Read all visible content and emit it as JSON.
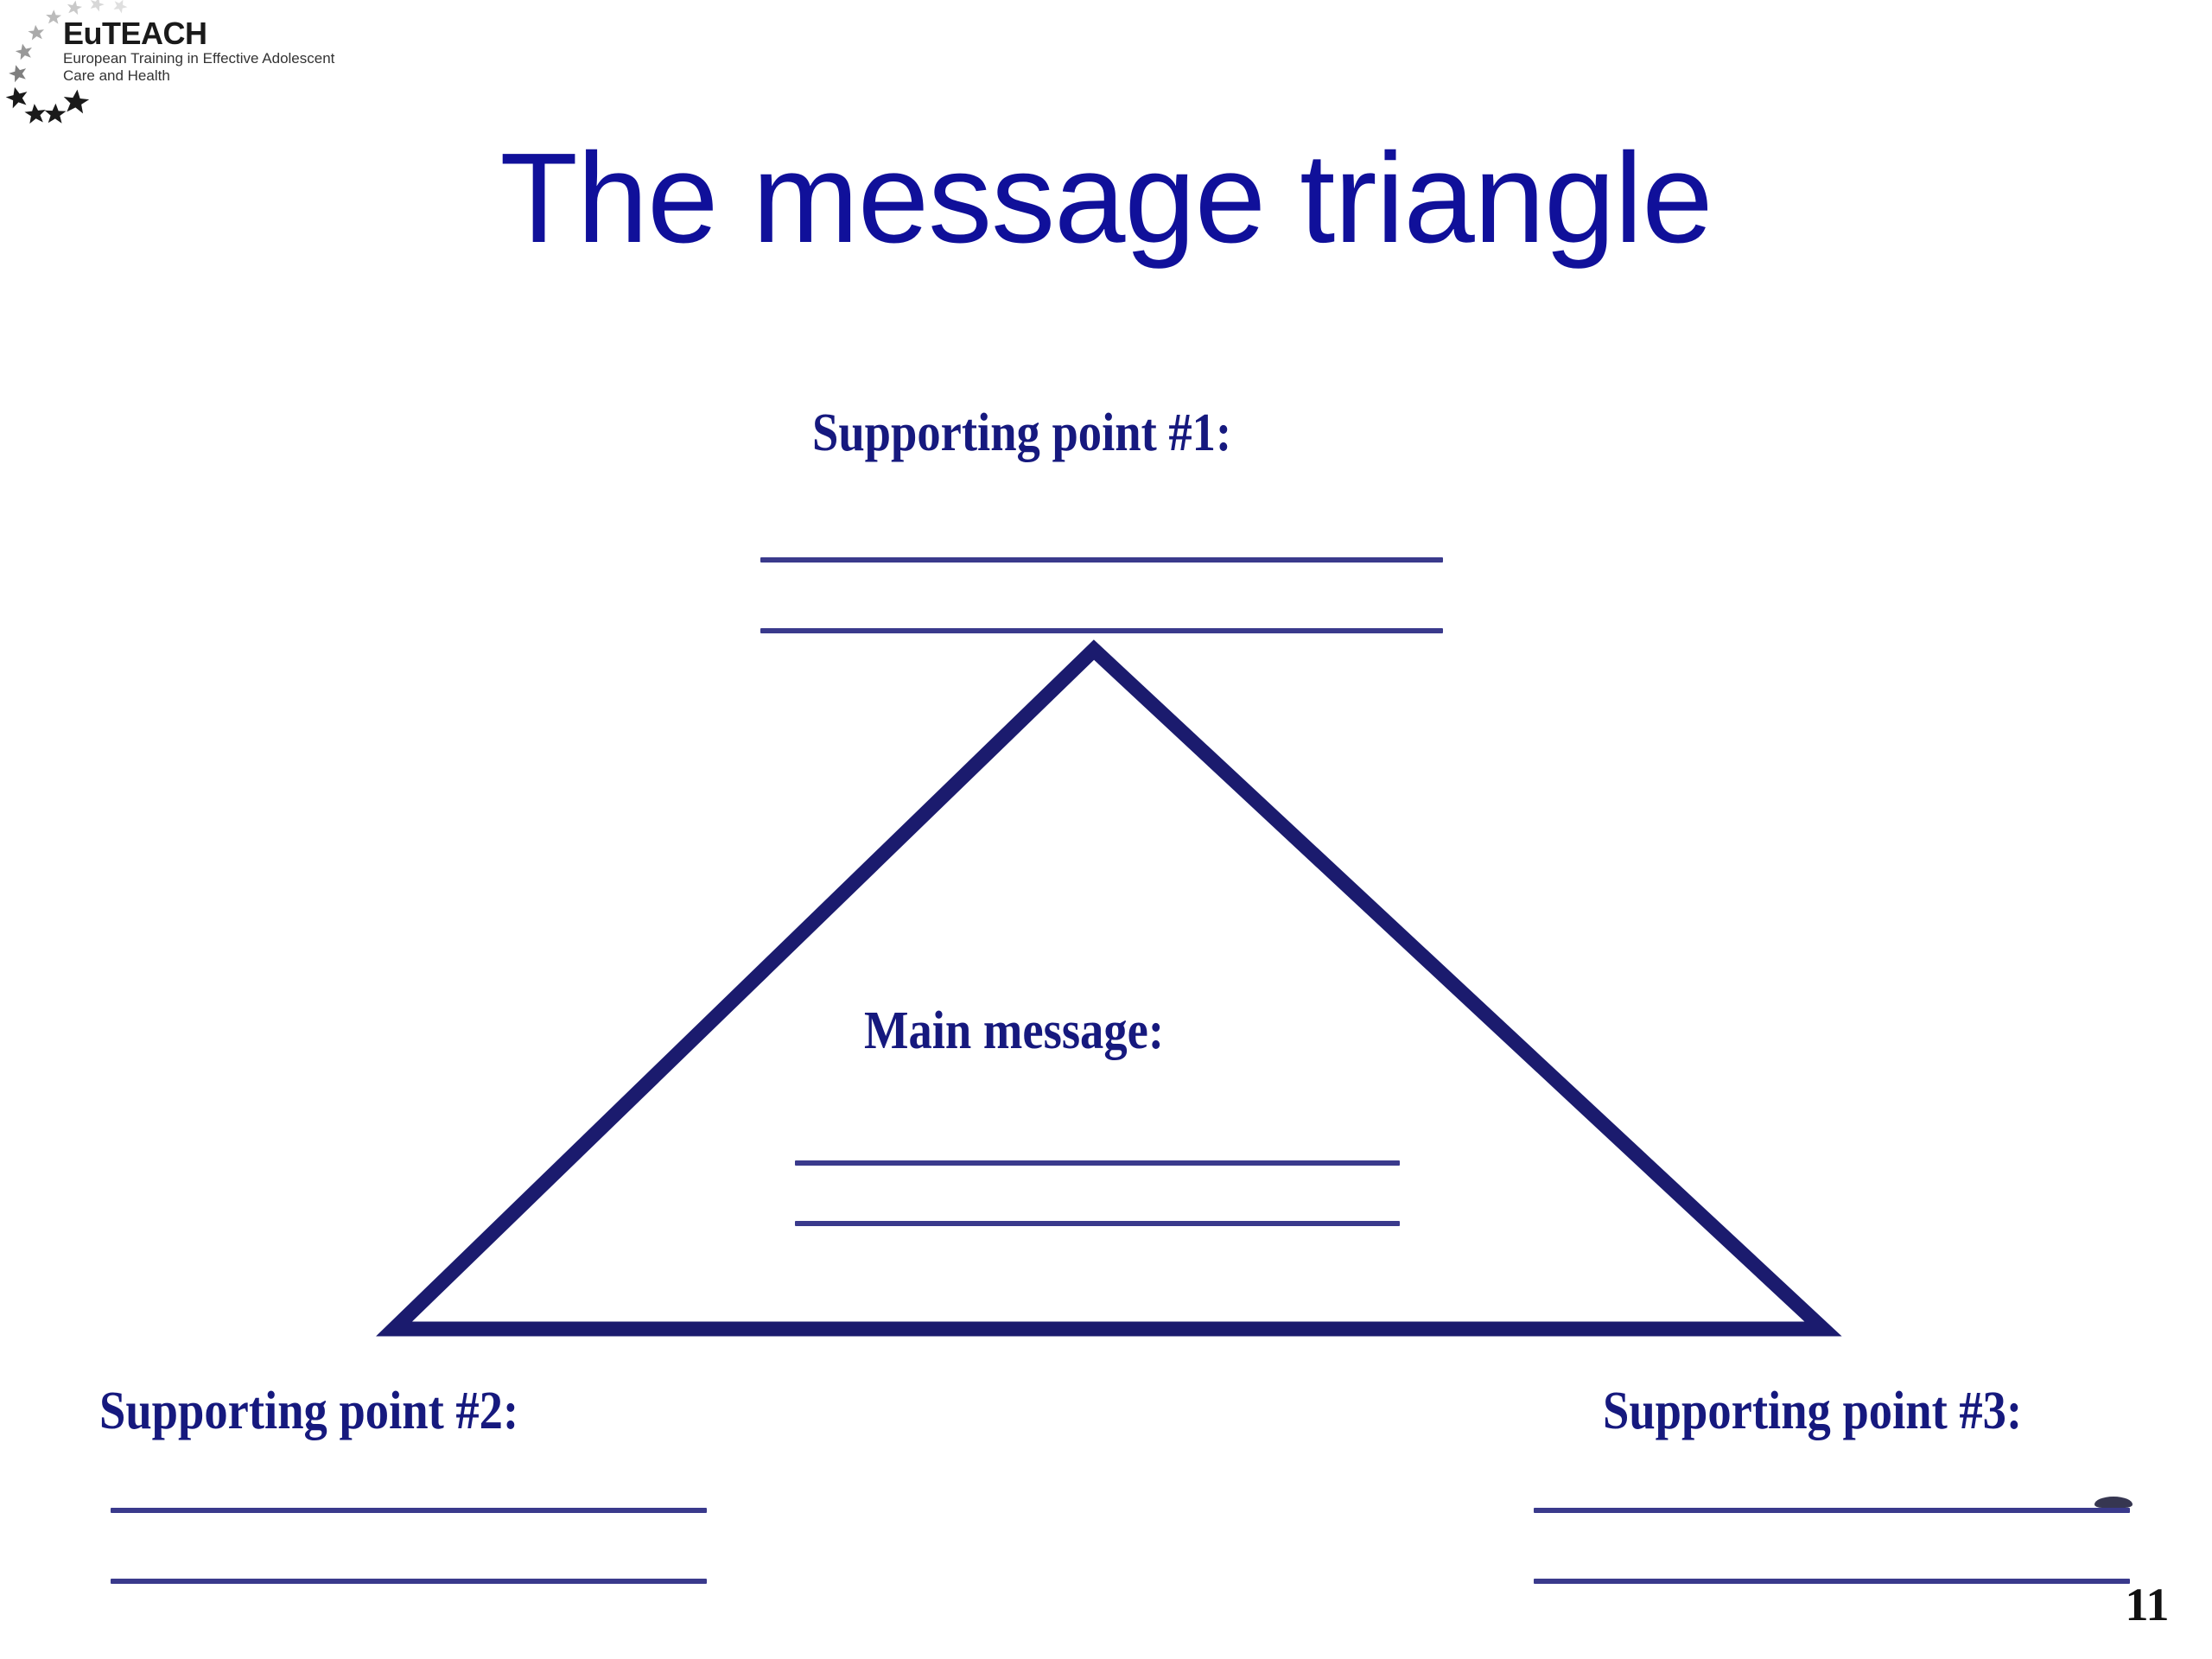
{
  "slide": {
    "title": "The message triangle",
    "page_number": "11",
    "background_color": "#ffffff",
    "title_color": "#10109a",
    "heading_color": "#16197e",
    "rule_color": "#3a3a8c",
    "triangle_color": "#1b1b6e"
  },
  "logo": {
    "name": "EuTEACH",
    "subtitle_line1": "European Training in Effective Adolescent",
    "subtitle_line2": "Care and Health",
    "stars_icon": "eu-stars-arc-icon",
    "star_count": 12
  },
  "diagram": {
    "type": "message-triangle",
    "shape": "triangle",
    "apex_label": "Supporting point #1:",
    "center_label": "Main message:",
    "bottom_left_label": "Supporting point #2:",
    "bottom_right_label": "Supporting point #3:",
    "blank_lines_per_label": 2,
    "fields": [
      {
        "id": "supporting-point-1",
        "label": "Supporting point #1:",
        "position": "apex",
        "lines": [
          "",
          ""
        ]
      },
      {
        "id": "main-message",
        "label": "Main message:",
        "position": "center",
        "lines": [
          "",
          ""
        ]
      },
      {
        "id": "supporting-point-2",
        "label": "Supporting point #2:",
        "position": "bottom-left",
        "lines": [
          "",
          ""
        ]
      },
      {
        "id": "supporting-point-3",
        "label": "Supporting point #3:",
        "position": "bottom-right",
        "lines": [
          "",
          ""
        ]
      }
    ]
  }
}
